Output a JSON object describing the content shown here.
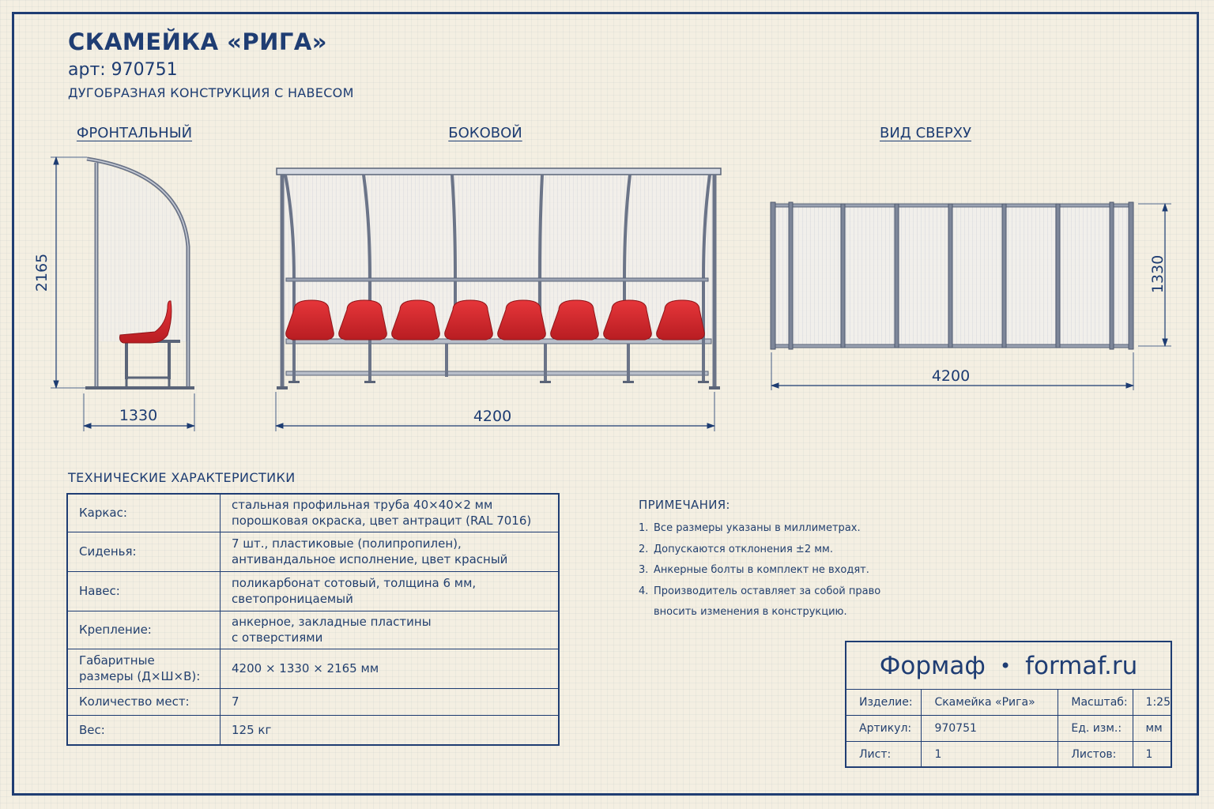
{
  "header": {
    "title": "СКАМЕЙКА «РИГА»",
    "article": "арт: 970751",
    "description": "ДУГОБРАЗНАЯ КОНСТРУКЦИЯ С НАВЕСОМ"
  },
  "views": {
    "front": "ФРОНТАЛЬНЫЙ",
    "side": "БОКОВОЙ",
    "top": "ВИД СВЕРХУ"
  },
  "dimensions": {
    "front_height": "2165",
    "front_width": "1330",
    "side_length": "4200",
    "top_depth": "1330",
    "top_length": "4200"
  },
  "colors": {
    "ink": "#1f3d73",
    "seat_red": "#d8262b",
    "paper": "#f4efe2"
  },
  "specs": {
    "title": "ТЕХНИЧЕСКИЕ ХАРАКТЕРИСТИКИ",
    "rows": [
      {
        "key": "Каркас:",
        "value_1": "стальная профильная труба 40×40×2 мм",
        "value_2": "порошковая окраска, цвет антрацит (RAL 7016)"
      },
      {
        "key": "Сиденья:",
        "value_1": "7 шт., пластиковые (полипропилен),",
        "value_2": "антивандальное исполнение, цвет красный"
      },
      {
        "key": "Навес:",
        "value_1": "поликарбонат сотовый, толщина 6 мм,",
        "value_2": "светопроницаемый"
      },
      {
        "key": "Крепление:",
        "value_1": "анкерное, закладные пластины",
        "value_2": "с отверстиями"
      },
      {
        "key": "Габаритные размеры (Д×Ш×В):",
        "value_1": "4200 × 1330 × 2165 мм",
        "value_2": ""
      },
      {
        "key": "Количество мест:",
        "value_1": "7",
        "value_2": ""
      },
      {
        "key": "Вес:",
        "value_1": "125 кг",
        "value_2": ""
      }
    ]
  },
  "notes": {
    "title": "ПРИМЕЧАНИЯ:",
    "items": [
      {
        "num": "1.",
        "line_1": "Все размеры указаны в миллиметрах.",
        "line_2": ""
      },
      {
        "num": "2.",
        "line_1": "Допускаются отклонения ±2 мм.",
        "line_2": ""
      },
      {
        "num": "3.",
        "line_1": "Анкерные болты в комплект не входят.",
        "line_2": ""
      },
      {
        "num": "4.",
        "line_1": "Производитель оставляет за собой право",
        "line_2": "вносить изменения в конструкцию."
      }
    ]
  },
  "stamp": {
    "brand": "Формаф",
    "separator": "•",
    "site": "formaf.ru",
    "rows": [
      [
        "Изделие:",
        "Скамейка «Рига»",
        "Масштаб:",
        "1:25"
      ],
      [
        "Артикул:",
        "970751",
        "Ед. изм.:",
        "мм"
      ],
      [
        "Лист:",
        "1",
        "Листов:",
        "1"
      ]
    ]
  }
}
